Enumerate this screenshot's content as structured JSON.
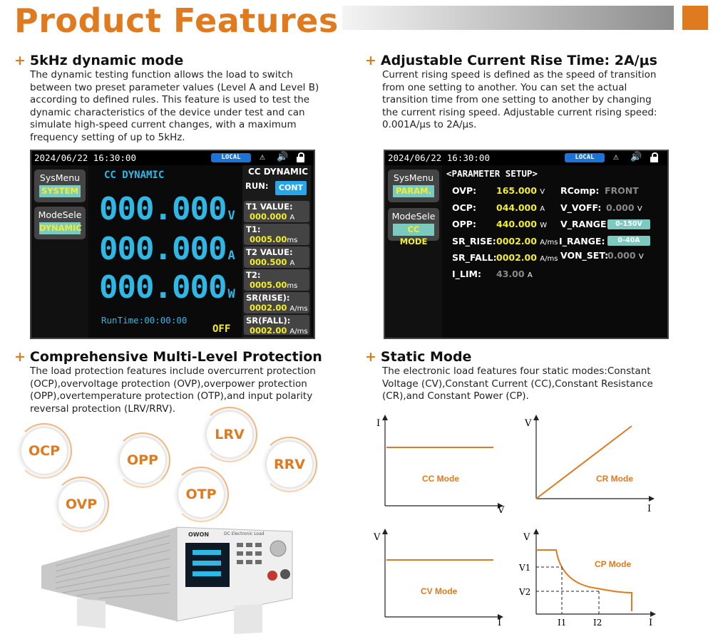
{
  "page": {
    "title": "Product Features"
  },
  "sections": {
    "dynamic": {
      "heading": "5kHz dynamic mode",
      "lines": [
        "The dynamic testing function allows the load to switch",
        "between two preset parameter values (Level A and Level B)",
        "according to defined rules. This feature is used to test the",
        "dynamic characteristics of the device under test and can",
        "simulate high-speed current changes, with a maximum",
        "frequency setting of up to 5kHz."
      ]
    },
    "rise": {
      "heading": "Adjustable Current Rise Time: 2A/μs",
      "lines": [
        "Current rising speed is defined as the speed of transition",
        "from one setting to another. You can set the actual",
        "transition time from one setting to another by changing",
        "the current rising speed. Adjustable current rising speed:",
        "0.001A/μs to 2A/μs."
      ]
    },
    "protection": {
      "heading": "Comprehensive Multi-Level Protection",
      "lines": [
        "The load protection features include overcurrent protection",
        "(OCP),overvoltage protection (OVP),overpower protection",
        "(OPP),overtemperature protection (OTP),and input polarity",
        "reversal protection (LRV/RRV)."
      ]
    },
    "static": {
      "heading": "Static Mode",
      "lines": [
        "The electronic load features four static modes:Constant",
        "Voltage (CV),Constant Current (CC),Constant Resistance",
        "(CR),and Constant Power (CP)."
      ]
    }
  },
  "screen1": {
    "datetime": "2024/06/22 16:30:00",
    "badge": "LOCAL",
    "side": [
      {
        "label": "SysMenu",
        "value": "SYSTEM"
      },
      {
        "label": "ModeSele",
        "value": "DYNAMIC"
      }
    ],
    "mode_title": "CC DYNAMIC",
    "readings": [
      {
        "value": "000.000",
        "unit": "V"
      },
      {
        "value": "000.000",
        "unit": "A"
      },
      {
        "value": "000.000",
        "unit": "W"
      }
    ],
    "runtime": "RunTime:00:00:00",
    "status": "OFF",
    "panel_title": "CC DYNAMIC",
    "run_label": "RUN:",
    "run_value": "CONT",
    "params": [
      {
        "key": "T1 VALUE:",
        "value": "000.000",
        "unit": "A"
      },
      {
        "key": "T1:",
        "value": "0005.00",
        "unit": "ms"
      },
      {
        "key": "T2 VALUE:",
        "value": "000.500",
        "unit": "A"
      },
      {
        "key": "T2:",
        "value": "0005.00",
        "unit": "ms"
      },
      {
        "key": "SR(RISE):",
        "value": "0002.00",
        "unit": "A/ms"
      },
      {
        "key": "SR(FALL):",
        "value": "0002.00",
        "unit": "A/ms"
      }
    ]
  },
  "screen2": {
    "datetime": "2024/06/22 16:30:00",
    "badge": "LOCAL",
    "side": [
      {
        "label": "SysMenu",
        "value": "PARAM."
      },
      {
        "label": "ModeSele",
        "value": "CC MODE"
      }
    ],
    "header": "<PARAMETER SETUP>",
    "left": [
      {
        "key": "OVP:",
        "value": "165.000",
        "unit": "V"
      },
      {
        "key": "OCP:",
        "value": "044.000",
        "unit": "A"
      },
      {
        "key": "OPP:",
        "value": "440.000",
        "unit": "W"
      },
      {
        "key": "SR_RISE:",
        "value": "0002.00",
        "unit": "A/ms"
      },
      {
        "key": "SR_FALL:",
        "value": "0002.00",
        "unit": "A/ms"
      },
      {
        "key": "I_LIM:",
        "value": "43.00",
        "unit": "A"
      }
    ],
    "right": {
      "rcomp_key": "RComp:",
      "rcomp_val": "FRONT",
      "voff_key": "V_VOFF:",
      "voff_val": "0.000",
      "voff_unit": "V",
      "vrange_key": "V_RANGE:",
      "vrange_val": "0-150V",
      "irange_key": "I_RANGE:",
      "irange_val": "0-40A",
      "von_key": "VON_SET:",
      "von_val": "0.000",
      "von_unit": "V"
    }
  },
  "badges": [
    "OCP",
    "OPP",
    "LRV",
    "RRV",
    "OVP",
    "OTP"
  ],
  "device": {
    "brand": "OWON",
    "model": "DC Electronic Load"
  },
  "graphs": {
    "cc": {
      "label": "CC Mode",
      "y": "I",
      "x": "V"
    },
    "cr": {
      "label": "CR Mode",
      "y": "V",
      "x": "I"
    },
    "cv": {
      "label": "CV Mode",
      "y": "V",
      "x": "I"
    },
    "cp": {
      "label": "CP Mode",
      "y": "V",
      "x": "I",
      "v1": "V1",
      "v2": "V2",
      "i1": "I1",
      "i2": "I2"
    }
  },
  "colors": {
    "accent": "#e07a1f",
    "lcd_cyan": "#2fb8e6",
    "lcd_yellow": "#f3ee2a"
  }
}
